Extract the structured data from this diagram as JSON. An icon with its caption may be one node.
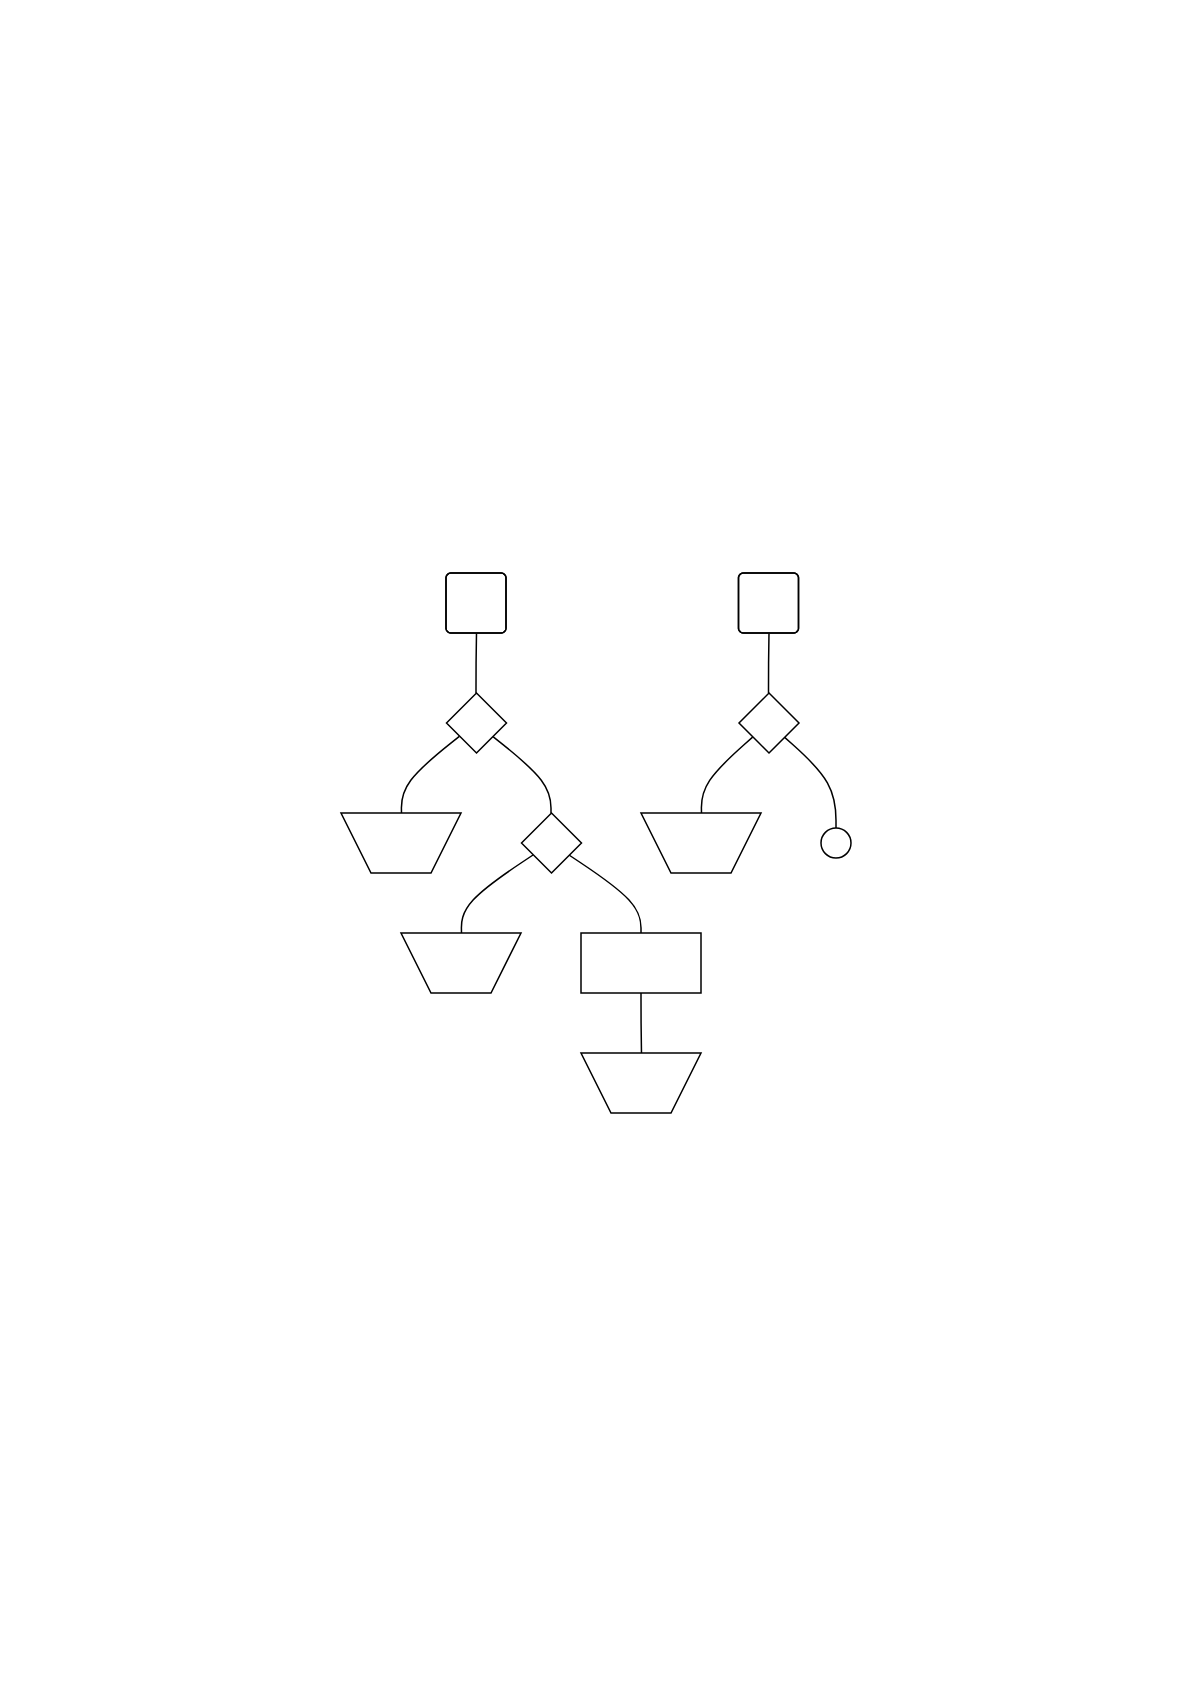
{
  "diagram": {
    "nodes": [
      {
        "text": [],
        "shape": "rounded"
      },
      {
        "text": [],
        "shape": "diamond"
      },
      {
        "text": [],
        "shape": "trapezoid"
      },
      {
        "text": [],
        "shape": "diamond"
      },
      {
        "text": [],
        "shape": "trapezoid"
      },
      {
        "text": [],
        "shape": "box"
      },
      {
        "text": [],
        "shape": "trapezoid"
      },
      {
        "text": [],
        "shape": "rounded"
      },
      {
        "text": [],
        "shape": "diamond"
      },
      {
        "text": [],
        "shape": "trapezoid"
      },
      {
        "text": [],
        "shape": "circle"
      }
    ],
    "edges": [
      {
        "from": 0,
        "to": 1,
        "arrow": "none"
      },
      {
        "from": 1,
        "to": 2,
        "arrow": "none"
      },
      {
        "from": 1,
        "to": 3,
        "arrow": "none"
      },
      {
        "from": 3,
        "to": 4,
        "arrow": "none"
      },
      {
        "from": 3,
        "to": 5,
        "arrow": "none"
      },
      {
        "from": 5,
        "to": 6,
        "arrow": "none"
      },
      {
        "from": 7,
        "to": 8,
        "arrow": "none"
      },
      {
        "from": 8,
        "to": 9,
        "arrow": "none"
      },
      {
        "from": 8,
        "to": 10,
        "arrow": "none"
      }
    ]
  }
}
